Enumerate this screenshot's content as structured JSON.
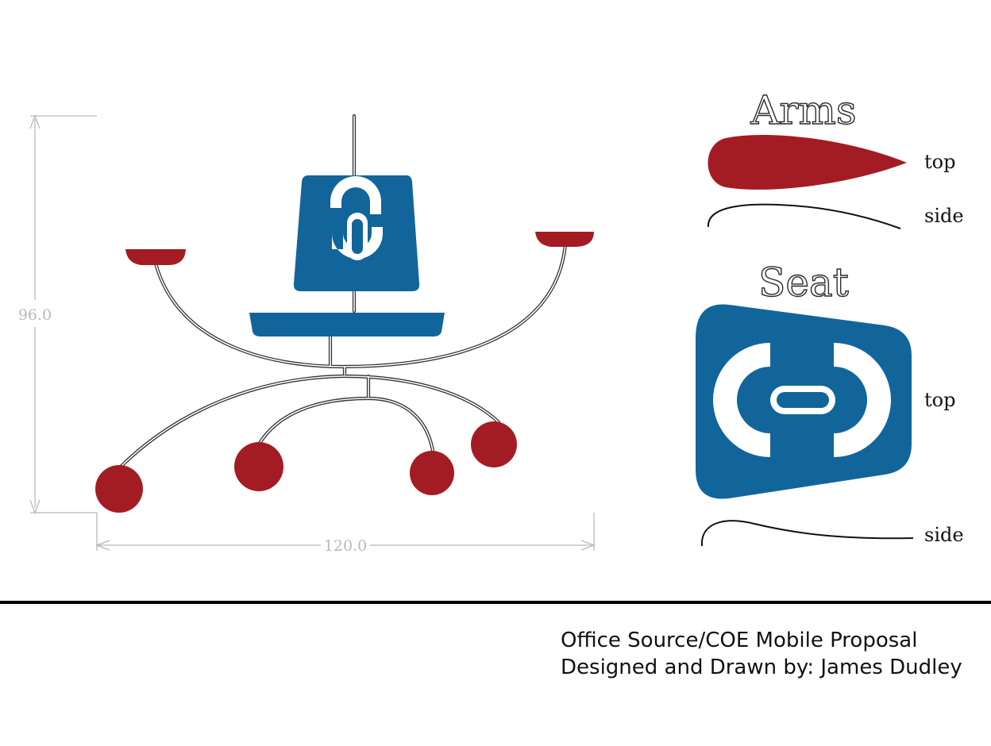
{
  "dimensions": {
    "height": "96.0",
    "width": "120.0"
  },
  "arms_view": {
    "heading": "Arms",
    "top_label": "top",
    "side_label": "side"
  },
  "seat_view": {
    "heading": "Seat",
    "top_label": "top",
    "side_label": "side"
  },
  "caption": {
    "line1": "Office Source/COE Mobile Proposal",
    "line2": "Designed and Drawn by: James Dudley"
  },
  "colors": {
    "blue": "#12659a",
    "red": "#a41c23",
    "wire": "#333333",
    "dimension": "#b9b9b9"
  }
}
